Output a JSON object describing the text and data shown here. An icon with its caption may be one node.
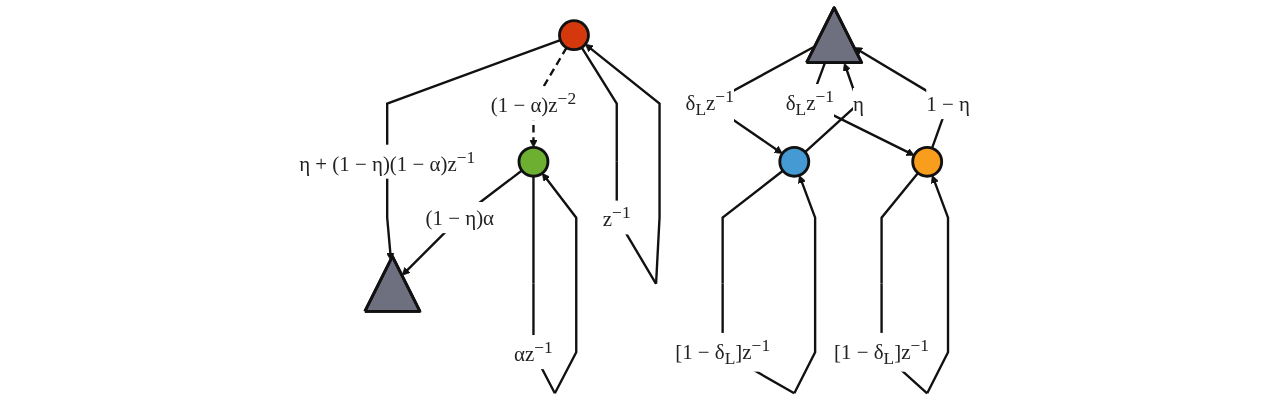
{
  "diagram": {
    "nodes": [
      {
        "text": [],
        "shape": "triangle"
      },
      {
        "text": [],
        "shape": "circle"
      },
      {
        "text": [],
        "shape": "circle"
      },
      {
        "text": [],
        "shape": "triangle"
      },
      {
        "text": [],
        "shape": "circle"
      },
      {
        "text": [],
        "shape": "circle"
      }
    ],
    "edges": [
      {
        "from": 1,
        "to": 0,
        "arrow": "to",
        "label": "η + (1 − η)(1 − α)z$^{−1}$"
      },
      {
        "from": 2,
        "to": 0,
        "arrow": "to",
        "label": "(1 − η)α"
      },
      {
        "from": 1,
        "to": 2,
        "arrow": "to",
        "style": "dashed",
        "label": "(1 − α)z$^{−2}$"
      },
      {
        "from": 1,
        "to": 1,
        "arrow": "to",
        "label": "z$^{−1}$"
      },
      {
        "from": 2,
        "to": 2,
        "arrow": "to",
        "label": "αz$^{−1}$"
      },
      {
        "from": 4,
        "to": 3,
        "arrow": "to",
        "label": "η"
      },
      {
        "from": 5,
        "to": 3,
        "arrow": "to",
        "label": "1 − η"
      },
      {
        "from": 3,
        "to": 4,
        "arrow": "to",
        "label": "δ$_{L}$z$^{−1}$"
      },
      {
        "from": 3,
        "to": 5,
        "arrow": "to",
        "label": "δ$_{L}$z$^{−1}$"
      },
      {
        "from": 4,
        "to": 4,
        "arrow": "to",
        "label": "[1 − δ$_{L}$]z$^{−1}$"
      },
      {
        "from": 5,
        "to": 5,
        "arrow": "to",
        "label": "[1 − δ$_{L}$]z$^{−1}$"
      }
    ]
  }
}
